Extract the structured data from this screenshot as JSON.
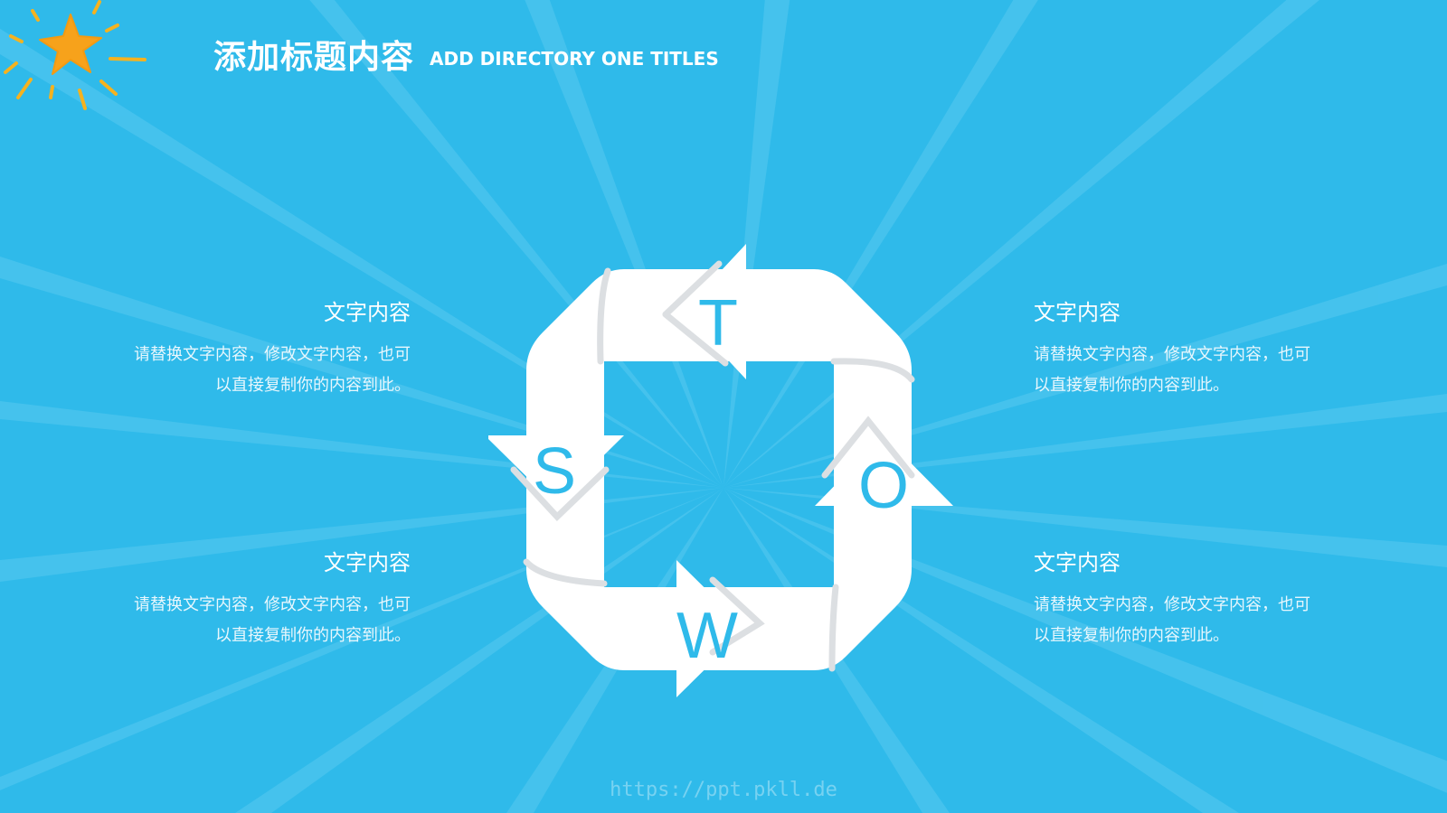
{
  "header": {
    "title_zh": "添加标题内容",
    "title_en": "ADD DIRECTORY ONE TITLES"
  },
  "blocks": {
    "top_left": {
      "title": "文字内容",
      "body": "请替换文字内容，修改文字内容，也可以直接复制你的内容到此。"
    },
    "bottom_left": {
      "title": "文字内容",
      "body": "请替换文字内容，修改文字内容，也可以直接复制你的内容到此。"
    },
    "top_right": {
      "title": "文字内容",
      "body": "请替换文字内容，修改文字内容，也可以直接复制你的内容到此。"
    },
    "bottom_right": {
      "title": "文字内容",
      "body": "请替换文字内容，修改文字内容，也可以直接复制你的内容到此。"
    }
  },
  "swot": {
    "letter_t": "T",
    "letter_s": "S",
    "letter_o": "O",
    "letter_w": "W"
  },
  "footer": {
    "url": "https://ppt.pkll.de"
  },
  "colors": {
    "background": "#2fbaea",
    "ray": "#5dcbf0",
    "diagram_fill": "#ffffff",
    "diagram_shadow": "#d9dde0",
    "letter": "#2fbaea",
    "star": "#f7a21b"
  },
  "icons": {
    "sun": "sun-star-icon"
  }
}
